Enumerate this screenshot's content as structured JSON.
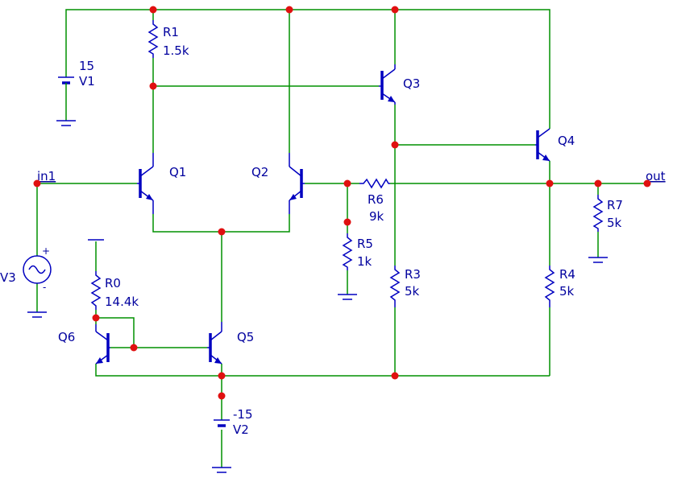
{
  "schematic": {
    "nets": {
      "in": "in1",
      "out": "out"
    },
    "sources": {
      "v1": {
        "name": "V1",
        "value": "15"
      },
      "v2": {
        "name": "V2",
        "value": "-15"
      },
      "v3": {
        "name": "V3",
        "plus": "+",
        "minus": "-"
      }
    },
    "resistors": {
      "r0": {
        "name": "R0",
        "value": "14.4k"
      },
      "r1": {
        "name": "R1",
        "value": "1.5k"
      },
      "r3": {
        "name": "R3",
        "value": "5k"
      },
      "r4": {
        "name": "R4",
        "value": "5k"
      },
      "r5": {
        "name": "R5",
        "value": "1k"
      },
      "r6": {
        "name": "R6",
        "value": "9k"
      },
      "r7": {
        "name": "R7",
        "value": "5k"
      }
    },
    "transistors": {
      "q1": "Q1",
      "q2": "Q2",
      "q3": "Q3",
      "q4": "Q4",
      "q5": "Q5",
      "q6": "Q6"
    }
  },
  "colors": {
    "wire": "#009000",
    "component": "#0000c0",
    "label": "#00009e",
    "node": "#e01010"
  }
}
